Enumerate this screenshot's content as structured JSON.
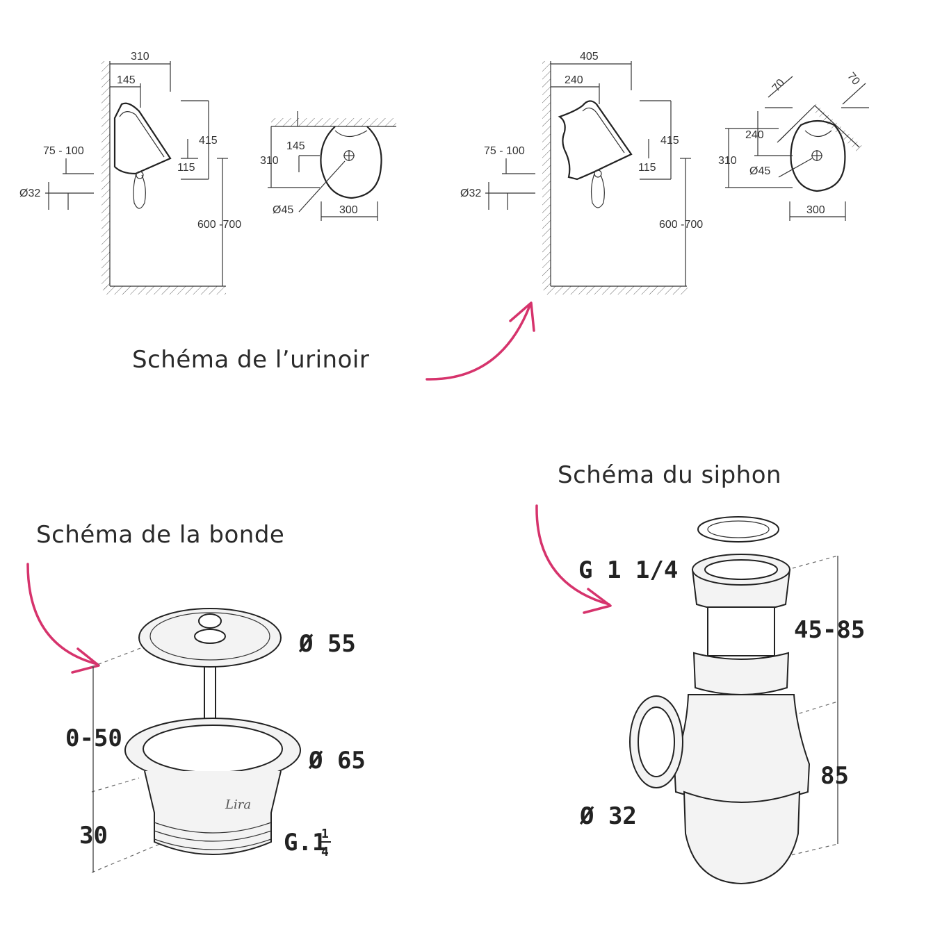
{
  "captions": {
    "urinal": "Schéma de l’urinoir",
    "drain": "Schéma de la bonde",
    "siphon": "Schéma du siphon"
  },
  "urinal_left": {
    "width_total": "310",
    "width_inner": "145",
    "height_total": "415",
    "outlet_height": "115",
    "inlet_offset": "75 - 100",
    "inlet_diameter": "Ø32",
    "floor_height": "600 -700"
  },
  "urinal_left_top": {
    "depth": "310",
    "offset": "145",
    "outlet_diameter": "Ø45",
    "width": "300"
  },
  "urinal_right": {
    "width_total": "405",
    "width_inner": "240",
    "height_total": "415",
    "outlet_height": "115",
    "inlet_offset": "75 - 100",
    "inlet_diameter": "Ø32",
    "floor_height": "600 -700"
  },
  "urinal_right_top": {
    "corner_a": "70",
    "corner_b": "70",
    "offset": "240",
    "depth": "310",
    "outlet_diameter": "Ø45",
    "width": "300"
  },
  "drain": {
    "grid_diameter": "Ø 55",
    "flange_diameter": "Ø 65",
    "adjust_range": "0-50",
    "body_height": "30",
    "thread_main": "G.1",
    "thread_num": "1",
    "thread_den": "4",
    "brand_mark": "Lira"
  },
  "siphon": {
    "thread": "G 1 1/4",
    "adjust_range": "45-85",
    "height": "85",
    "outlet_diameter": "Ø 32"
  },
  "colors": {
    "arrow": "#d6336c",
    "line": "#333333",
    "caption": "#2a2a2a"
  }
}
